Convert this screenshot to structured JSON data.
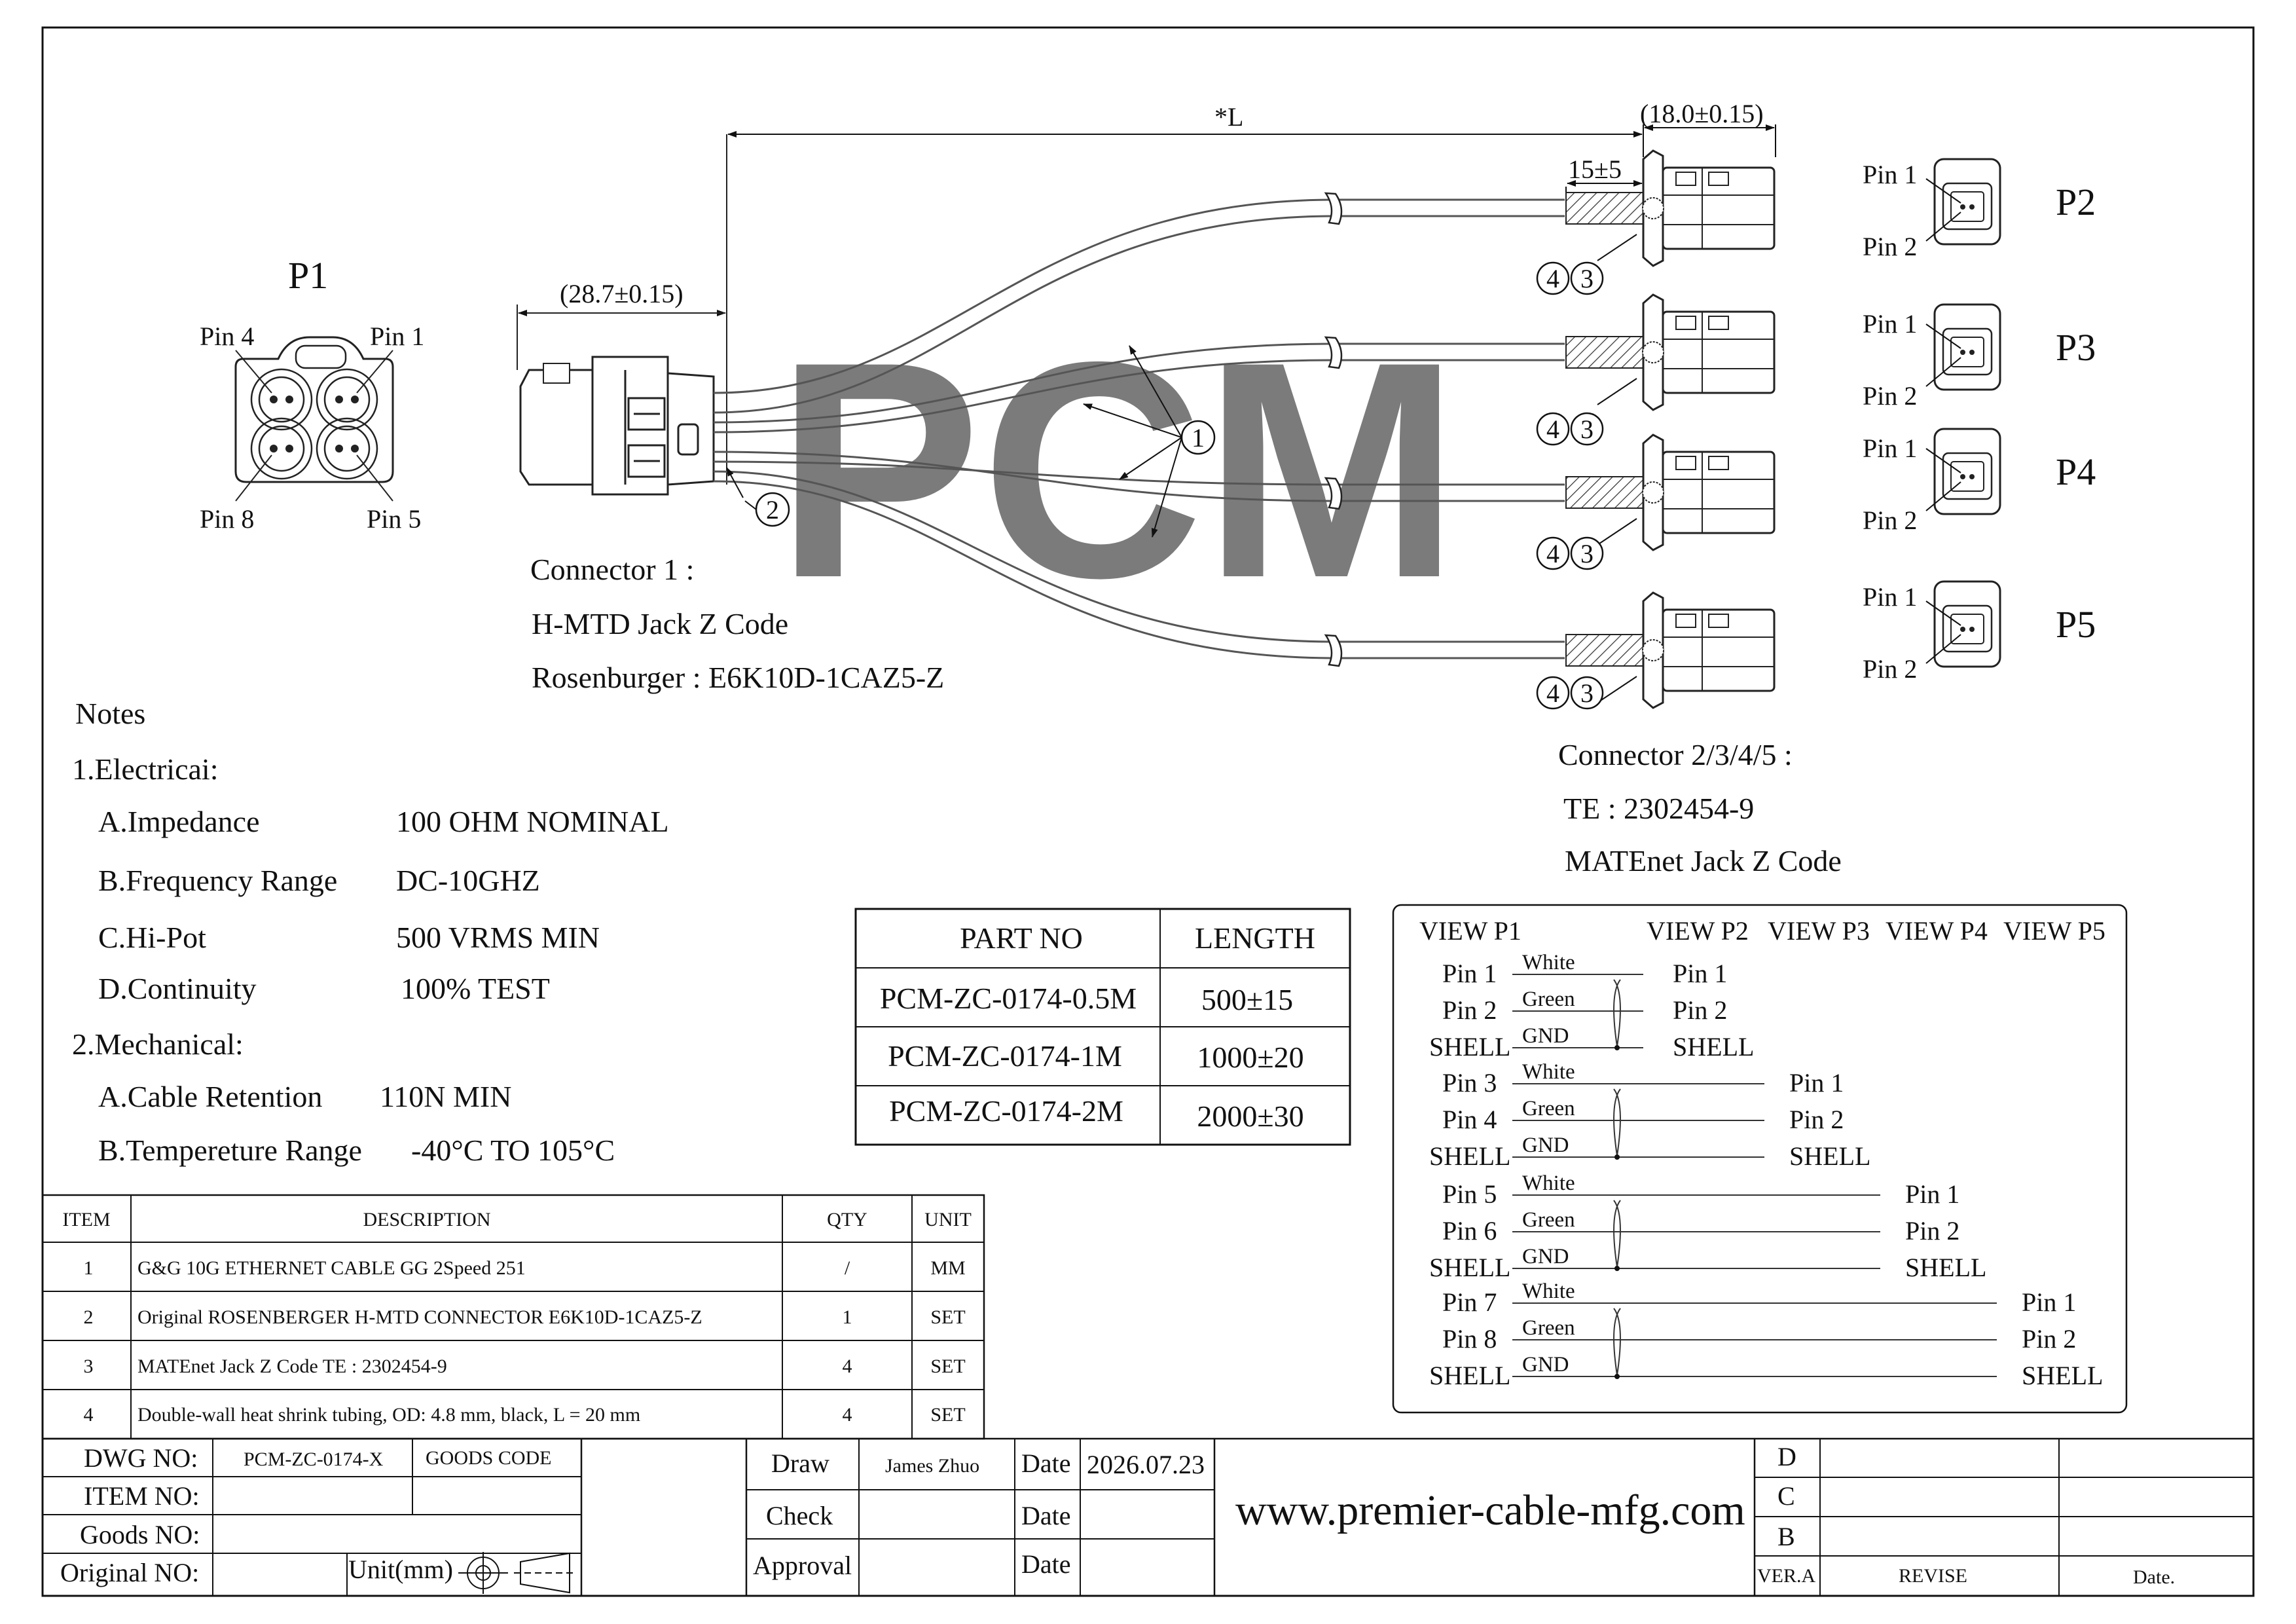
{
  "watermark": "PCM",
  "p1": {
    "label": "P1",
    "pin_labels": [
      "Pin 4",
      "Pin 1",
      "Pin 8",
      "Pin 5"
    ]
  },
  "connector1": {
    "dim": "(28.7±0.15)",
    "lines": [
      "Connector 1 :",
      "H-MTD Jack Z Code",
      "Rosenburger : E6K10D-1CAZ5-Z"
    ]
  },
  "cable": {
    "length_label": "*L",
    "end_dim": "(18.0±0.15)",
    "strip_dim": "15±5",
    "callouts": [
      "1",
      "2",
      "3",
      "4"
    ]
  },
  "right_connectors": [
    {
      "label": "P2",
      "pin_a": "Pin 1",
      "pin_b": "Pin 2"
    },
    {
      "label": "P3",
      "pin_a": "Pin 1",
      "pin_b": "Pin 2"
    },
    {
      "label": "P4",
      "pin_a": "Pin 1",
      "pin_b": "Pin 2"
    },
    {
      "label": "P5",
      "pin_a": "Pin 1",
      "pin_b": "Pin 2"
    }
  ],
  "connector2": {
    "lines": [
      "Connector 2/3/4/5 :",
      "TE : 2302454-9",
      "MATEnet Jack Z Code"
    ]
  },
  "notes": {
    "title": "Notes",
    "electrical_heading": "1.Electricai:",
    "electrical": [
      {
        "name": "A.Impedance",
        "value": "100 OHM NOMINAL"
      },
      {
        "name": "B.Frequency Range",
        "value": "DC-10GHZ"
      },
      {
        "name": "C.Hi-Pot",
        "value": "500 VRMS MIN"
      },
      {
        "name": "D.Continuity",
        "value": "100% TEST"
      }
    ],
    "mechanical_heading": "2.Mechanical:",
    "mechanical": [
      {
        "name": "A.Cable Retention",
        "value": "110N MIN"
      },
      {
        "name": "B.Tempereture Range",
        "value": "-40°C TO 105°C"
      }
    ]
  },
  "part_table": {
    "headers": [
      "PART NO",
      "LENGTH"
    ],
    "rows": [
      [
        "PCM-ZC-0174-0.5M",
        "500±15"
      ],
      [
        "PCM-ZC-0174-1M",
        "1000±20"
      ],
      [
        "PCM-ZC-0174-2M",
        "2000±30"
      ]
    ]
  },
  "wiring": {
    "views": [
      "VIEW P1",
      "VIEW P2",
      "VIEW P3",
      "VIEW P4",
      "VIEW P5"
    ],
    "groups": [
      {
        "left": [
          "Pin 1",
          "Pin 2",
          "SHELL"
        ],
        "colors": [
          "White",
          "Green",
          "GND"
        ],
        "right": [
          "Pin 1",
          "Pin 2",
          "SHELL"
        ]
      },
      {
        "left": [
          "Pin 3",
          "Pin 4",
          "SHELL"
        ],
        "colors": [
          "White",
          "Green",
          "GND"
        ],
        "right": [
          "Pin 1",
          "Pin 2",
          "SHELL"
        ]
      },
      {
        "left": [
          "Pin 5",
          "Pin 6",
          "SHELL"
        ],
        "colors": [
          "White",
          "Green",
          "GND"
        ],
        "right": [
          "Pin 1",
          "Pin 2",
          "SHELL"
        ]
      },
      {
        "left": [
          "Pin 7",
          "Pin 8",
          "SHELL"
        ],
        "colors": [
          "White",
          "Green",
          "GND"
        ],
        "right": [
          "Pin 1",
          "Pin 2",
          "SHELL"
        ]
      }
    ]
  },
  "bom": {
    "headers": [
      "ITEM",
      "DESCRIPTION",
      "QTY",
      "UNIT"
    ],
    "rows": [
      [
        "1",
        "G&G 10G ETHERNET CABLE GG 2Speed 251",
        "/",
        "MM"
      ],
      [
        "2",
        "Original ROSENBERGER H-MTD CONNECTOR E6K10D-1CAZ5-Z",
        "1",
        "SET"
      ],
      [
        "3",
        "MATEnet Jack Z Code TE : 2302454-9",
        "4",
        "SET"
      ],
      [
        "4",
        "Double-wall heat shrink tubing, OD: 4.8 mm, black, L = 20 mm",
        "4",
        "SET"
      ]
    ]
  },
  "title_block": {
    "dwg_no_label": "DWG NO:",
    "dwg_no": "PCM-ZC-0174-X",
    "goods_code_label": "GOODS CODE",
    "item_no_label": "ITEM NO:",
    "goods_no_label": "Goods NO:",
    "original_no_label": "Original NO:",
    "unit_label": "Unit(mm)",
    "draw_label": "Draw",
    "draw_name": "James Zhuo",
    "check_label": "Check",
    "approval_label": "Approval",
    "date_label": "Date",
    "date_value": "2026.07.23",
    "website": "www.premier-cable-mfg.com",
    "rev_letters": [
      "D",
      "C",
      "B"
    ],
    "ver_label": "VER.A",
    "revise_label": "REVISE",
    "rev_date_label": "Date."
  }
}
